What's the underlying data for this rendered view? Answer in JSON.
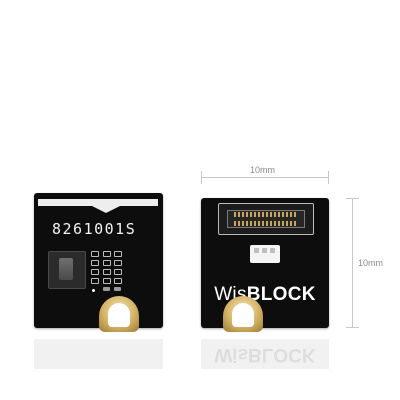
{
  "product": {
    "part_number": "8261001S",
    "brand_logo": "WisBLOCK"
  },
  "dimensions": {
    "width_label": "10mm",
    "height_label": "10mm"
  },
  "colors": {
    "board": "#0d0d0d",
    "silkscreen": "#f2f2f2",
    "gold_contact": "#d4b366",
    "dimension_line": "#c8c8c8"
  }
}
